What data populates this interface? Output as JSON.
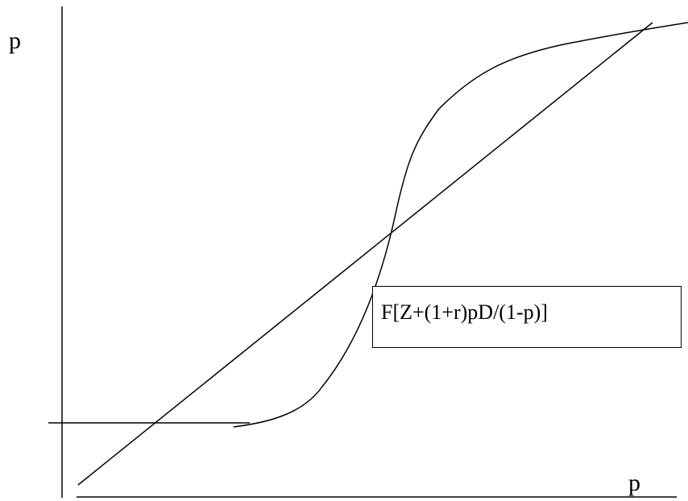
{
  "axes": {
    "y_label": "p",
    "x_label": "p"
  },
  "curve_label": "F[Z+(1+r)pD/(1-p)]",
  "colors": {
    "stroke": "#000000",
    "background": "#ffffff"
  }
}
